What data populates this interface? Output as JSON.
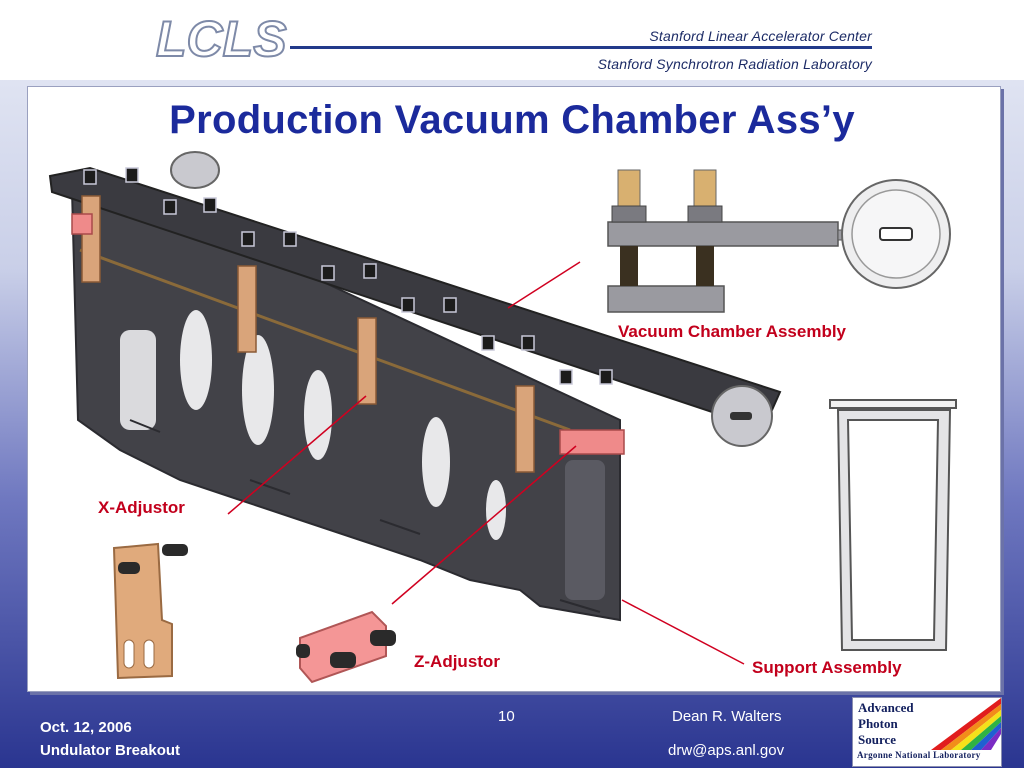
{
  "header": {
    "logo": "LCLS",
    "center_name": "Stanford Linear Accelerator Center",
    "lab_name": "Stanford Synchrotron Radiation Laboratory"
  },
  "slide": {
    "title": "Production Vacuum Chamber Ass’y",
    "labels": {
      "vacuum_chamber": "Vacuum Chamber Assembly",
      "x_adjustor": "X-Adjustor",
      "z_adjustor": "Z-Adjustor",
      "support": "Support Assembly"
    }
  },
  "footer": {
    "date": "Oct. 12, 2006",
    "event": "Undulator Breakout",
    "page_number": "10",
    "author": "Dean R. Walters",
    "email": "drw@aps.anl.gov",
    "aps_logo": {
      "line1": "Advanced",
      "line2": "Photon",
      "line3": "Source",
      "line4": "Argonne National Laboratory"
    }
  },
  "colors": {
    "title": "#1b2a9c",
    "label": "#c2001c",
    "frame": "#3f3f46",
    "adjustor_copper": "#d9a47a",
    "adjustor_pink": "#ef8a8a"
  }
}
